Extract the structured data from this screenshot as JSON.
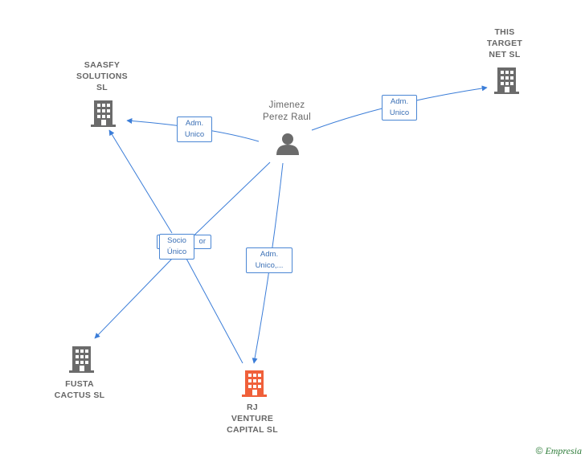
{
  "colors": {
    "edge": "#3b7dd8",
    "company_icon": "#6b6b6b",
    "focus_icon": "#f0603a",
    "person_icon": "#6b6b6b"
  },
  "nodes": {
    "person": {
      "label": "Jimenez\nPerez Raul",
      "icon": "person-icon"
    },
    "saasfy": {
      "label": "SAASFY\nSOLUTIONS\nSL",
      "icon": "building-icon"
    },
    "this_target": {
      "label": "THIS\nTARGET\nNET  SL",
      "icon": "building-icon"
    },
    "fusta": {
      "label": "FUSTA\nCACTUS SL",
      "icon": "building-icon"
    },
    "rj": {
      "label": "RJ\nVENTURE\nCAPITAL  SL",
      "icon": "building-icon"
    }
  },
  "edges": {
    "person_saasfy": "Adm.\nUnico",
    "person_target": "Adm.\nUnico",
    "person_rj": "Adm.\nUnico,...",
    "hub_back": "or",
    "hub_front": "Socio\nÚnico"
  },
  "watermark": {
    "symbol": "©",
    "brand": "Empresia"
  }
}
